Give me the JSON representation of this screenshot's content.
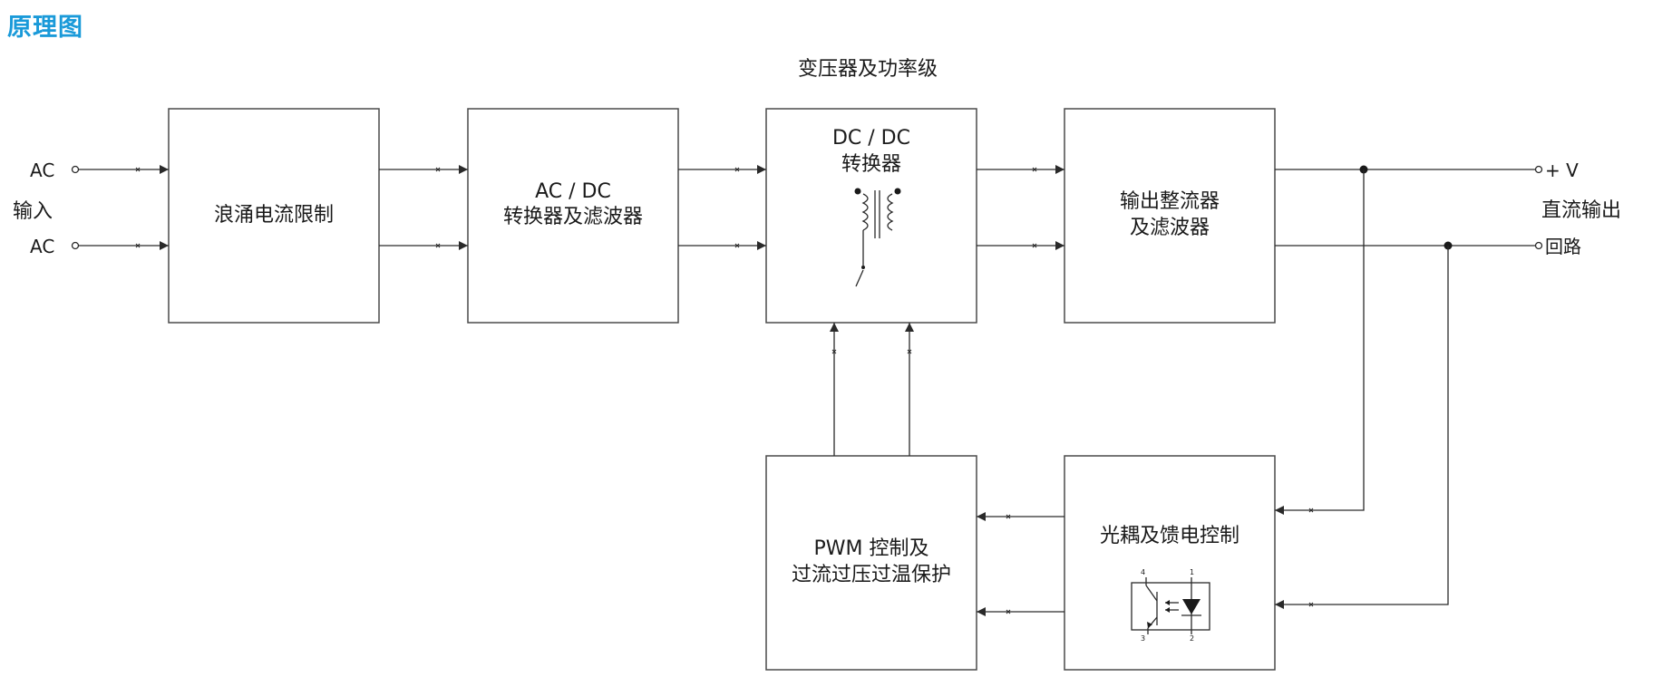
{
  "title": "原理图",
  "power_stage_label": "变压器及功率级",
  "input": {
    "ac_top": "AC",
    "ac_bottom": "AC",
    "label": "输入"
  },
  "output": {
    "plus_v": "+ V",
    "label": "直流输出",
    "return_label": "回路"
  },
  "blocks": {
    "inrush": [
      "浪涌电流限制"
    ],
    "acdc": [
      "AC / DC",
      "转换器及滤波器"
    ],
    "dcdc": [
      "DC / DC",
      "转换器"
    ],
    "rectifier": [
      "输出整流器",
      "及滤波器"
    ],
    "pwm": [
      "PWM 控制及",
      "过流过压过温保护"
    ],
    "opto": [
      "光耦及馈电控制"
    ]
  },
  "opto_pins": [
    "4",
    "1",
    "3",
    "2"
  ],
  "colors": {
    "title": "#1a9ad9",
    "line": "#2a2a2a"
  }
}
